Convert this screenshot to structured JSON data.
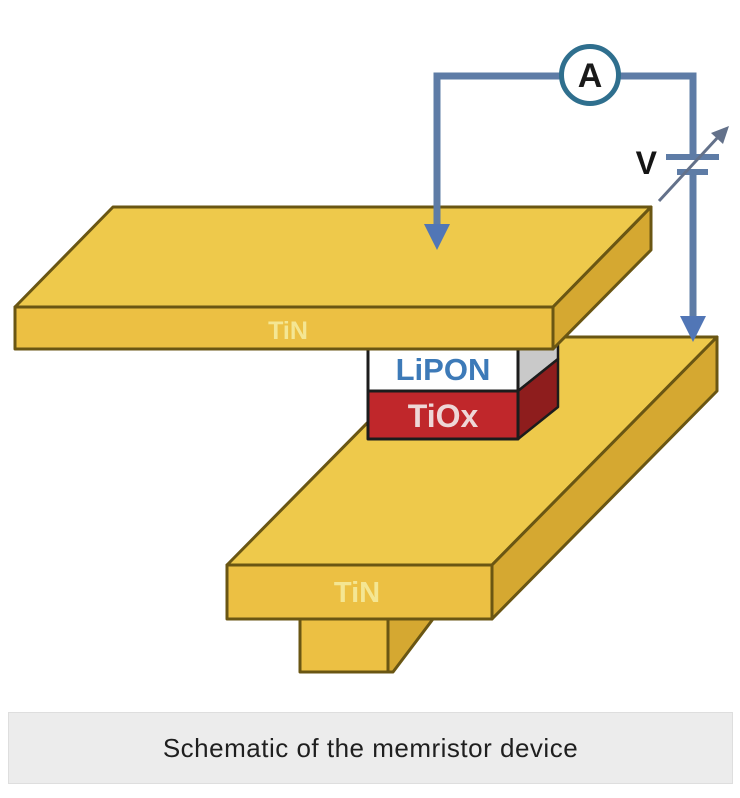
{
  "schematic": {
    "electrodes": {
      "top": {
        "label": "TiN"
      },
      "bottom": {
        "label": "TiN"
      }
    },
    "layers": {
      "electrolyte": {
        "label": "LiPON"
      },
      "oxide": {
        "label": "TiOx"
      }
    },
    "circuit": {
      "ammeter_label": "A",
      "voltage_label": "V"
    },
    "colors": {
      "electrode_top_face": "#eec94b",
      "electrode_front_face": "#ecc043",
      "electrode_side_face": "#d5a831",
      "electrode_outline": "#6a5613",
      "electrolyte_fill": "#ffffff",
      "electrolyte_side": "#c9c9c9",
      "electrolyte_text": "#3d7ab8",
      "oxide_fill": "#c0272b",
      "oxide_side": "#8e1d1d",
      "oxide_text": "#eed7d7",
      "stack_outline": "#1c1c1c",
      "wire": "#5e7ca6",
      "arrowhead": "#5176b6",
      "meter_ring": "#2f6f8e",
      "caption_background": "#ececec"
    }
  },
  "caption": {
    "text": "Schematic of the memristor device"
  }
}
